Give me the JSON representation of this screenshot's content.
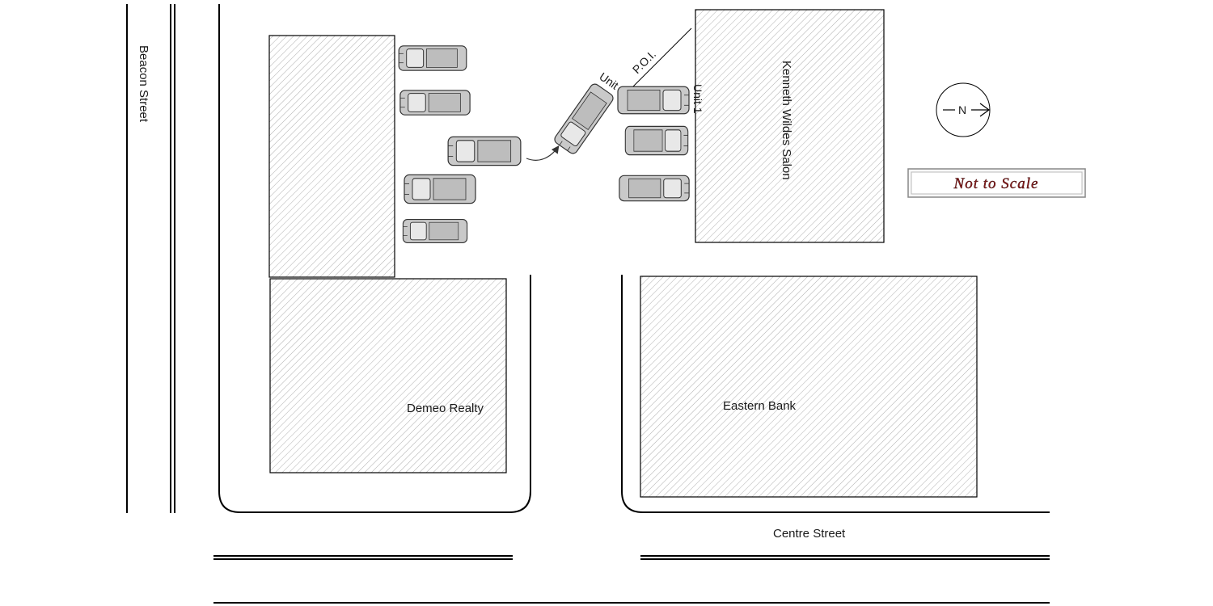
{
  "streets": {
    "beacon": "Beacon Street",
    "centre": "Centre Street"
  },
  "buildings": {
    "demeo": "Demeo Realty",
    "eastern": "Eastern Bank",
    "salon": "Kenneth Wildes Salon"
  },
  "markers": {
    "poi": "P.O.I.",
    "unit1": "Unit 1",
    "unit2": "Unit 2"
  },
  "compass": {
    "letter": "N"
  },
  "scale_note": "Not to Scale",
  "colors": {
    "building_hatch": "#9a9a9a",
    "car_body": "#c9c9c9",
    "scale_text": "#8b1a1a"
  }
}
